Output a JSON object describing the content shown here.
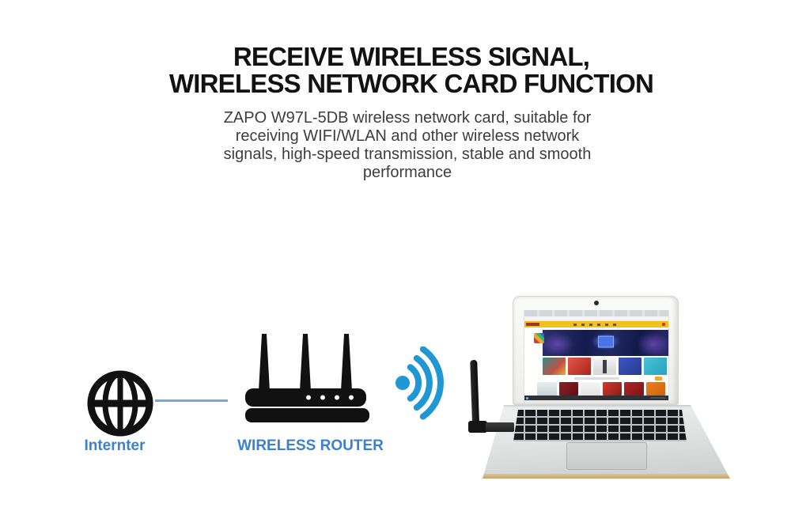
{
  "header": {
    "title": "RECEIVE WIRELESS SIGNAL,\nWIRELESS NETWORK CARD FUNCTION",
    "description": "ZAPO W97L-5DB wireless network card, suitable for\nreceiving WIFI/WLAN and other wireless network\nsignals, high-speed transmission, stable and smooth\nperformance"
  },
  "diagram": {
    "internet": {
      "label": "Internter",
      "icon": "globe-icon"
    },
    "router": {
      "label": "WIRELESS ROUTER",
      "icon": "wireless-router-icon"
    },
    "wifi": {
      "icon": "wifi-signal-icon"
    },
    "laptop": {
      "icon": "laptop-photo",
      "adapter": "usb-wifi-adapter-with-antenna"
    }
  },
  "colors": {
    "label_blue": "#3b80d1",
    "wifi_blue": "#1f97d4",
    "connector_blue": "#74abdc",
    "icon_black": "#111111",
    "heading_black": "#121212",
    "body_gray": "#3d3d3d"
  }
}
